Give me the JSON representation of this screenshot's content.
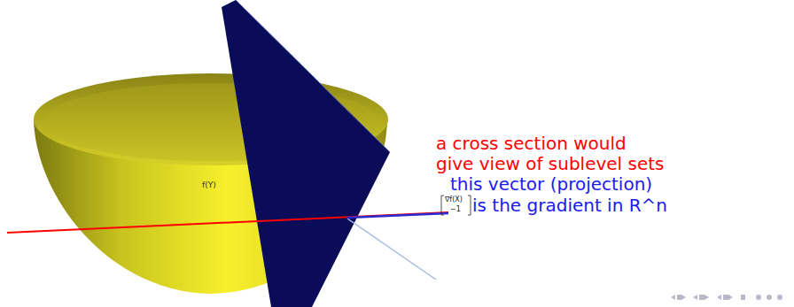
{
  "diagram": {
    "labels": [
      "f(Y)",
      "a cross section would",
      "give view of sublevel sets",
      "this vector (projection)",
      "∇f(X)",
      "−1",
      "is the gradient in R^n"
    ]
  }
}
